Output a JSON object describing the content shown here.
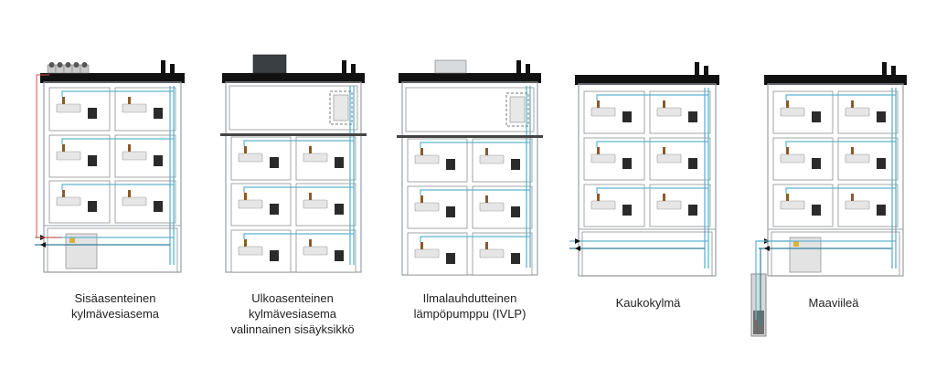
{
  "colors": {
    "roof": "#111111",
    "wall": "#9aa0a6",
    "pipe": "#5fb3cf",
    "pipe_red": "#d94b4b",
    "floor": "#444444",
    "unit": "#e6e6e6",
    "panel": "#2b2b2b",
    "well": "#8a8a8a"
  },
  "systems": [
    {
      "id": "sisaasenteinen",
      "lines": [
        "Sisäasenteinen",
        "kylmävesiasema"
      ],
      "icon": "indoor-chiller-icon"
    },
    {
      "id": "ulkoasenteinen",
      "lines": [
        "Ulkoasenteinen",
        "kylmävesiasema",
        "valinnainen sisäyksikkö"
      ],
      "icon": "outdoor-chiller-icon"
    },
    {
      "id": "ivlp",
      "lines": [
        "Ilmalauhdutteinen",
        "lämpöpumppu (IVLP)"
      ],
      "icon": "air-heat-pump-icon"
    },
    {
      "id": "kaukokylma",
      "lines": [
        "Kaukokylmä"
      ],
      "icon": "district-cooling-icon"
    },
    {
      "id": "maaviilea",
      "lines": [
        "Maaviileä"
      ],
      "icon": "ground-cooling-icon"
    }
  ]
}
